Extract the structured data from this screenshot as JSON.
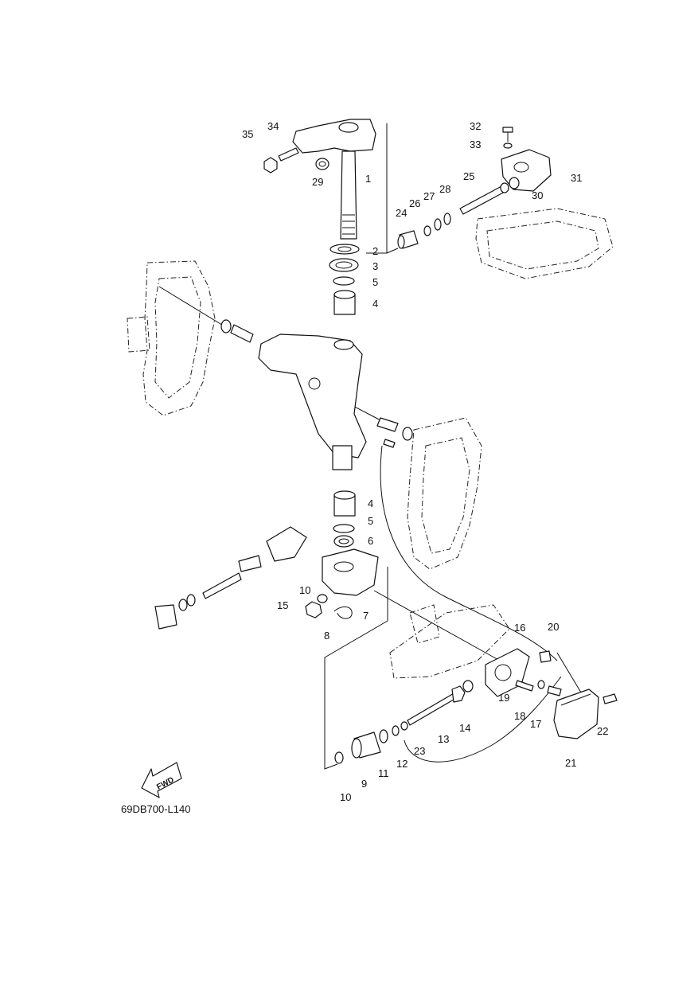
{
  "diagram": {
    "code": "69DB700-L140",
    "fwd_label": "FWD",
    "callouts": [
      "1",
      "2",
      "3",
      "5",
      "4",
      "35",
      "34",
      "29",
      "32",
      "33",
      "31",
      "30",
      "25",
      "28",
      "27",
      "26",
      "24",
      "4",
      "5",
      "6",
      "10",
      "15",
      "8",
      "7",
      "16",
      "20",
      "19",
      "18",
      "17",
      "14",
      "13",
      "23",
      "12",
      "11",
      "9",
      "10",
      "21",
      "22"
    ]
  }
}
